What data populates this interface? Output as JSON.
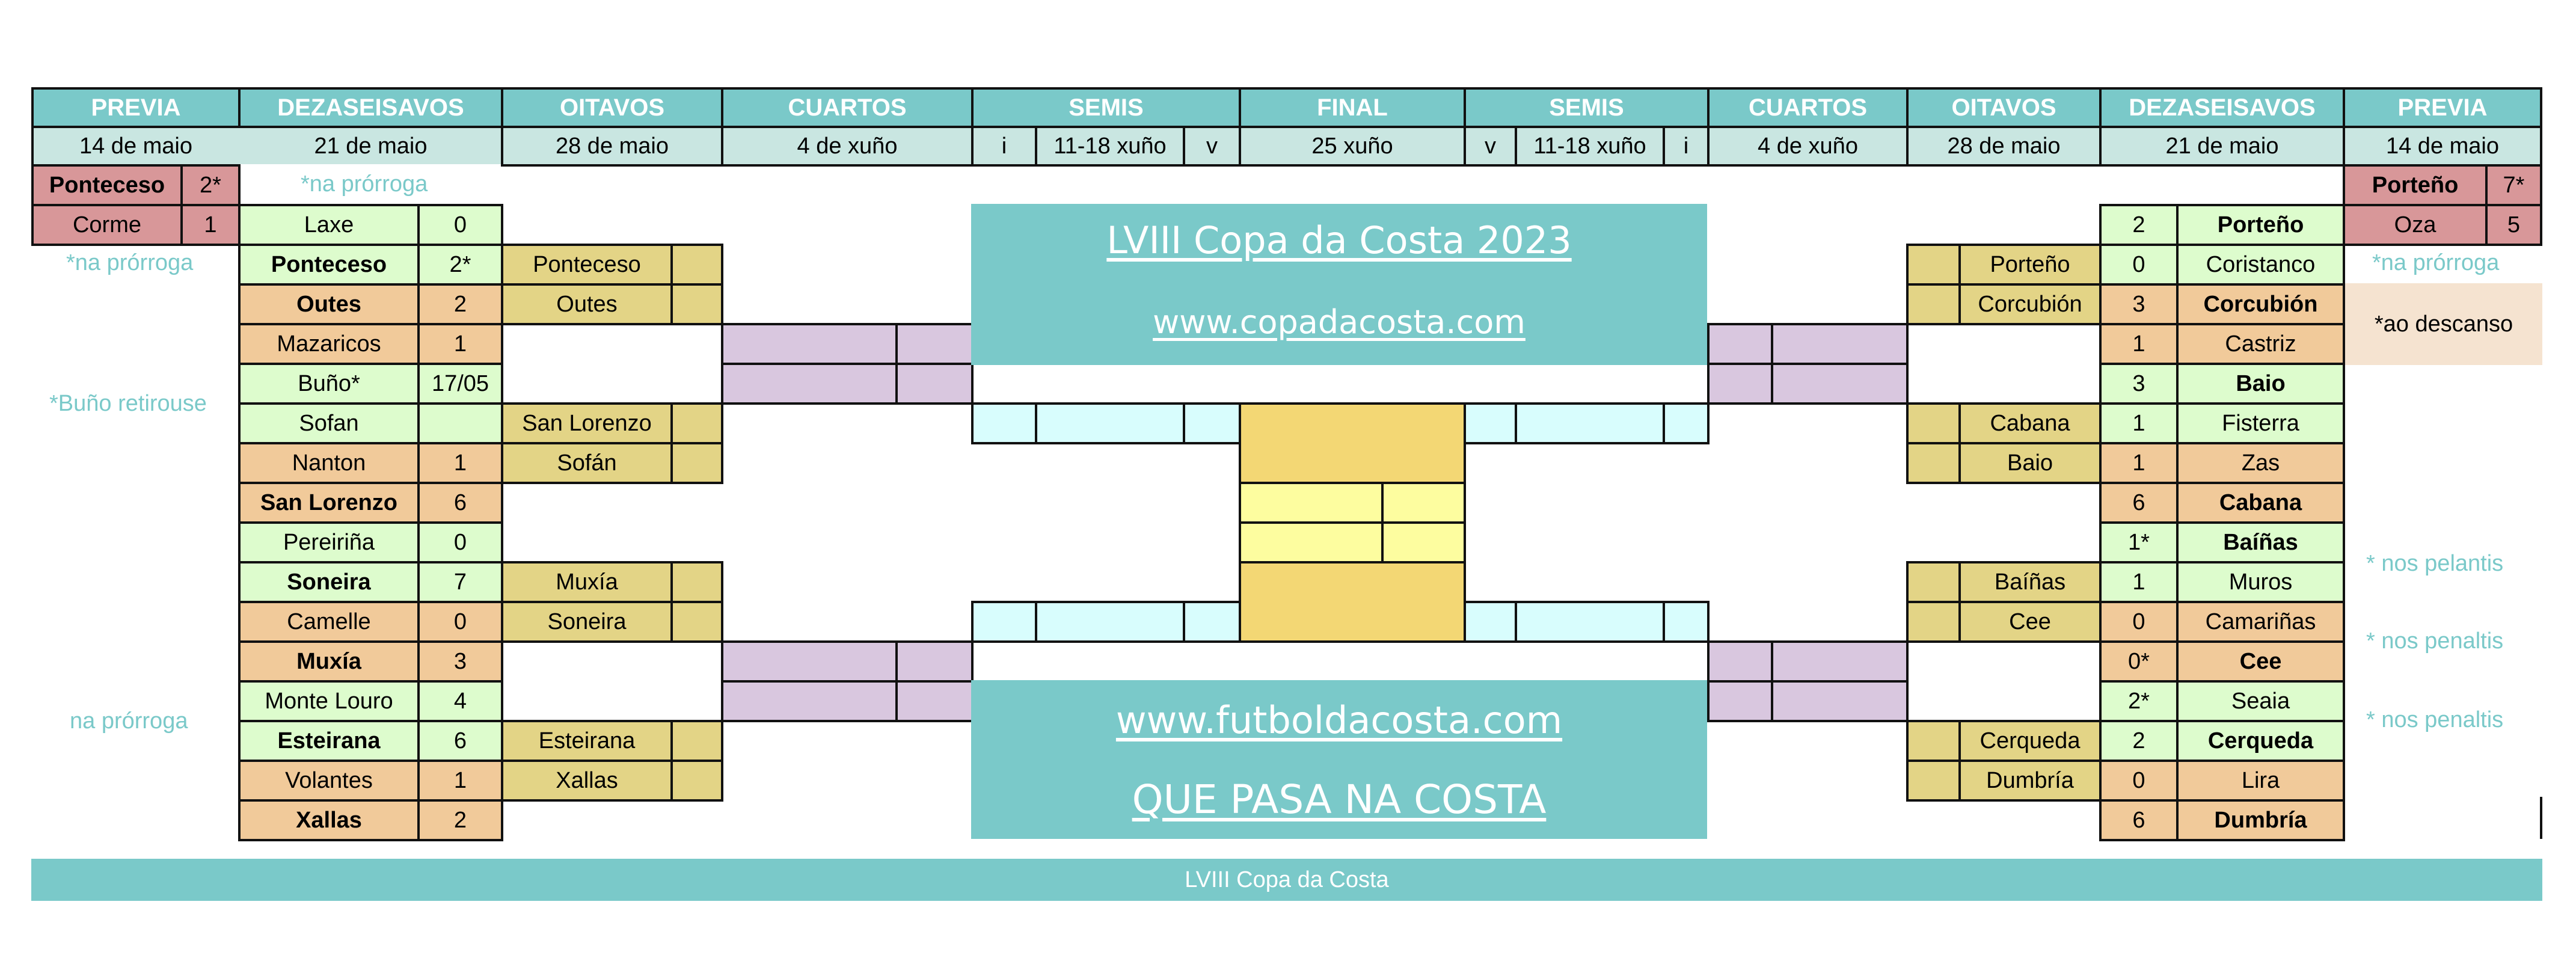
{
  "header": {
    "rounds": [
      "PREVIA",
      "DEZASEISAVOS",
      "OITAVOS",
      "CUARTOS",
      "SEMIS",
      "FINAL",
      "SEMIS",
      "CUARTOS",
      "OITAVOS",
      "DEZASEISAVOS",
      "PREVIA"
    ],
    "dates": {
      "previa_l": "14 de maio",
      "dez_l": "21 de maio",
      "oit_l": "28 de maio",
      "cuartos_l": "4 de xuño",
      "semis_l_i": "i",
      "semis_l_date": "11-18 xuño",
      "semis_l_v": "v",
      "final": "25 xuño",
      "semis_r_v": "v",
      "semis_r_date": "11-18 xuño",
      "semis_r_i": "i",
      "cuartos_r": "4 de xuño",
      "oit_r": "28 de maio",
      "dez_r": "21 de maio",
      "previa_r": "14 de maio"
    }
  },
  "left": {
    "previa": [
      {
        "team": "Ponteceso",
        "score": "2*",
        "winner": true
      },
      {
        "team": "Corme",
        "score": "1",
        "winner": false
      }
    ],
    "dezaseisavos": [
      {
        "team": "Laxe",
        "score": "0"
      },
      {
        "team": "Ponteceso",
        "score": "2*"
      },
      {
        "team": "Outes",
        "score": "2"
      },
      {
        "team": "Mazaricos",
        "score": "1"
      },
      {
        "team": "Buño*",
        "score": "17/05"
      },
      {
        "team": "Sofan",
        "score": ""
      },
      {
        "team": "Nanton",
        "score": "1"
      },
      {
        "team": "San Lorenzo",
        "score": "6"
      },
      {
        "team": "Pereiriña",
        "score": "0"
      },
      {
        "team": "Soneira",
        "score": "7"
      },
      {
        "team": "Camelle",
        "score": "0"
      },
      {
        "team": "Muxía",
        "score": "3"
      },
      {
        "team": "Monte Louro",
        "score": "4"
      },
      {
        "team": "Esteirana",
        "score": "6"
      },
      {
        "team": "Volantes",
        "score": "1"
      },
      {
        "team": "Xallas",
        "score": "2"
      }
    ],
    "oitavos": [
      {
        "team": "Ponteceso",
        "score": ""
      },
      {
        "team": "Outes",
        "score": ""
      },
      {
        "team": "San Lorenzo",
        "score": ""
      },
      {
        "team": "Sofán",
        "score": ""
      },
      {
        "team": "Muxía",
        "score": ""
      },
      {
        "team": "Soneira",
        "score": ""
      },
      {
        "team": "Esteirana",
        "score": ""
      },
      {
        "team": "Xallas",
        "score": ""
      }
    ],
    "notes": {
      "dez_prorroga": "*na prórroga",
      "prorroga": "*na prórroga",
      "buno": "*Buño retirouse",
      "prorroga2": "na prórroga"
    }
  },
  "right": {
    "previa": [
      {
        "team": "Porteño",
        "score": "7*",
        "winner": true
      },
      {
        "team": "Oza",
        "score": "5",
        "winner": false
      }
    ],
    "dezaseisavos": [
      {
        "team": "Porteño",
        "score": "2"
      },
      {
        "team": "Coristanco",
        "score": "0"
      },
      {
        "team": "Corcubión",
        "score": "3"
      },
      {
        "team": "Castriz",
        "score": "1"
      },
      {
        "team": "Baio",
        "score": "3"
      },
      {
        "team": "Fisterra",
        "score": "1"
      },
      {
        "team": "Zas",
        "score": "1"
      },
      {
        "team": "Cabana",
        "score": "6"
      },
      {
        "team": "Baíñas",
        "score": "1*"
      },
      {
        "team": "Muros",
        "score": "1"
      },
      {
        "team": "Camariñas",
        "score": "0"
      },
      {
        "team": "Cee",
        "score": "0*"
      },
      {
        "team": "Seaia",
        "score": "2*"
      },
      {
        "team": "Cerqueda",
        "score": "2"
      },
      {
        "team": "Lira",
        "score": "0"
      },
      {
        "team": "Dumbría",
        "score": "6"
      }
    ],
    "oitavos": [
      {
        "team": "Porteño",
        "score": ""
      },
      {
        "team": "Corcubión",
        "score": ""
      },
      {
        "team": "Cabana",
        "score": ""
      },
      {
        "team": "Baio",
        "score": ""
      },
      {
        "team": "Baíñas",
        "score": ""
      },
      {
        "team": "Cee",
        "score": ""
      },
      {
        "team": "Cerqueda",
        "score": ""
      },
      {
        "team": "Dumbría",
        "score": ""
      }
    ],
    "notes": {
      "prorroga": "*na prórroga",
      "descanso": "*ao descanso",
      "pelantis": "* nos pelantis",
      "penaltis1": "* nos penaltis",
      "penaltis2": "* nos penaltis"
    }
  },
  "banners": {
    "top_title": "LVIII Copa da Costa 2023",
    "top_url": "www.copadacosta.com",
    "bottom_url": "www.futboldacosta.com",
    "bottom_title": "QUE PASA NA COSTA"
  },
  "footer": {
    "label": "LVIII Copa da Costa"
  },
  "colors": {
    "header_teal": "#7ac9c9",
    "date_bg": "#c9e6e1",
    "previa_red": "#d89799",
    "winner_green": "#ddfccd",
    "loser_orange": "#f1ca9a",
    "oitavos_olive": "#e3d486",
    "cuartos_lavender": "#d9c7df",
    "semis_cyan": "#d8fdfd",
    "final_gold": "#f3d774",
    "final_yellow": "#fdfd9f",
    "note_teal": "#7ac9c9",
    "descanso_bg": "#f5e3d0"
  }
}
